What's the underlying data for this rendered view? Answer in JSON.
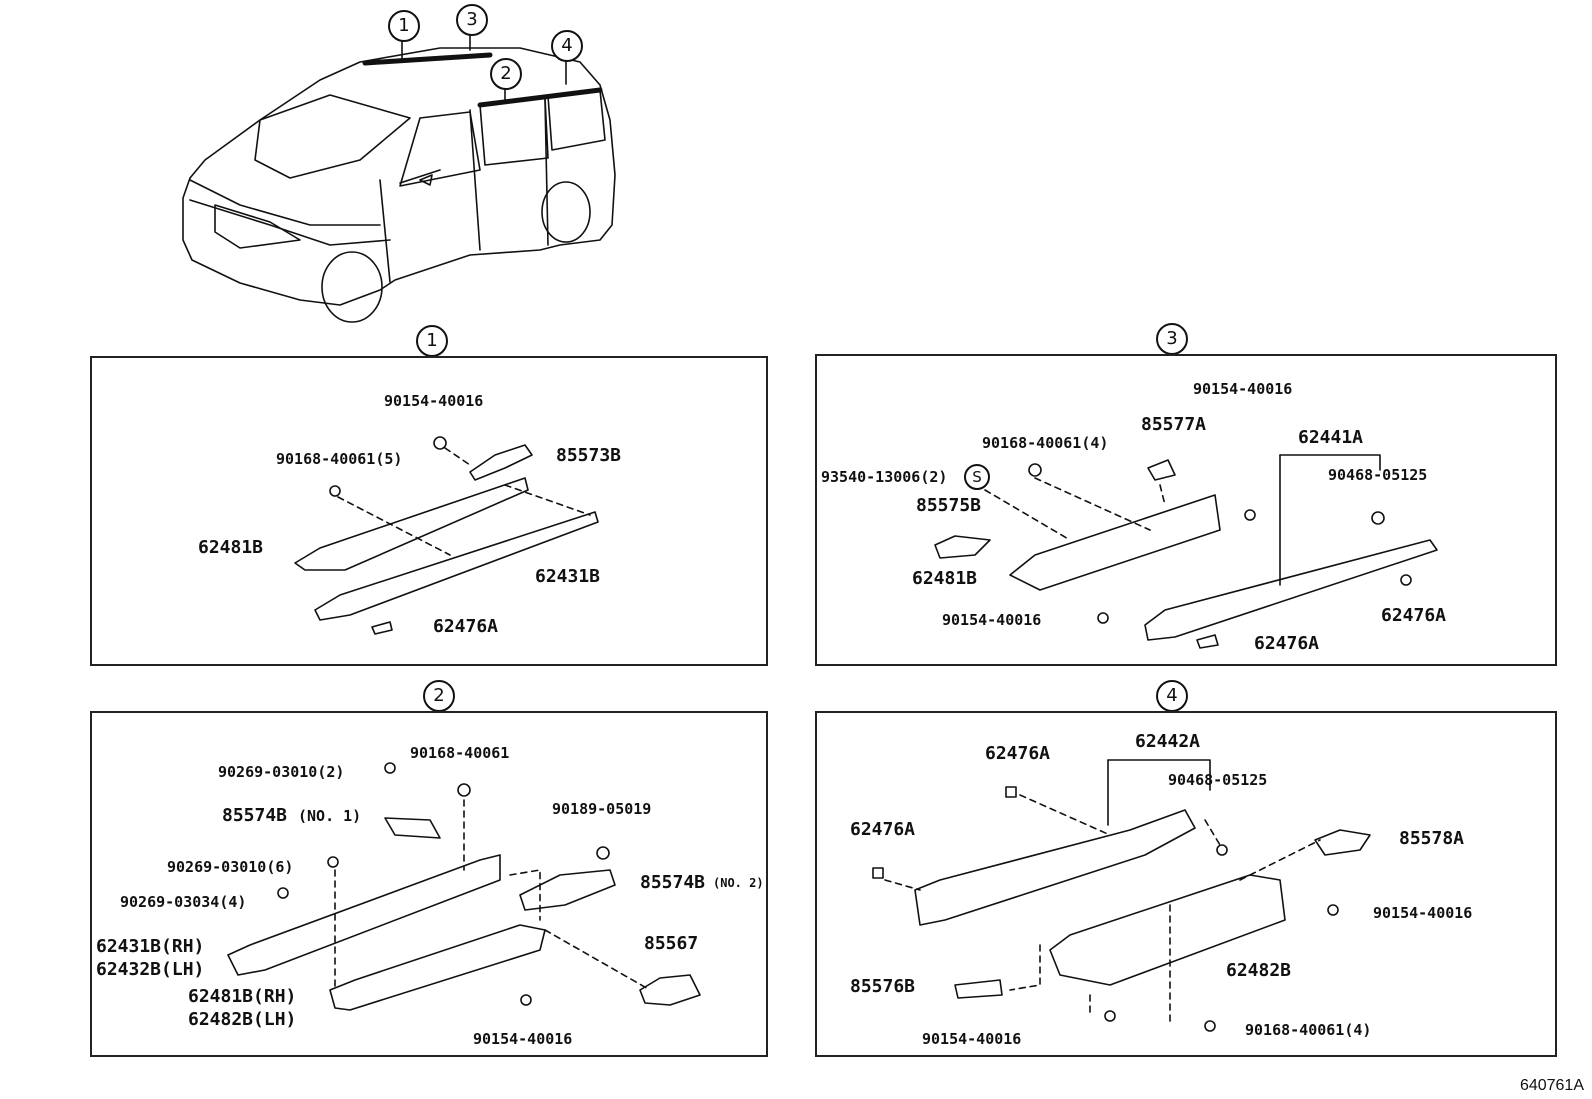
{
  "diagram": {
    "figure_id": "640761A",
    "overview_callouts": [
      "1",
      "3",
      "4",
      "2"
    ],
    "sections": [
      {
        "id": "1",
        "labels": {
          "a": "90154-40016",
          "b": "90168-40061(5)",
          "c": "85573B",
          "d": "62481B",
          "e": "62431B",
          "f": "62476A"
        }
      },
      {
        "id": "3",
        "labels": {
          "a": "90154-40016",
          "b": "90168-40061(4)",
          "c": "85577A",
          "d": "62441A",
          "e": "93540-13006(2)",
          "e_mark": "S",
          "f": "90468-05125",
          "g": "85575B",
          "h": "62481B",
          "i": "62476A",
          "j": "90154-40016",
          "k": "62476A"
        }
      },
      {
        "id": "2",
        "labels": {
          "a": "90269-03010(2)",
          "b": "90168-40061",
          "c": "85574B",
          "c_note": "(NO. 1)",
          "d": "90189-05019",
          "e": "90269-03010(6)",
          "f": "85574B",
          "f_note": "(NO. 2)",
          "g": "90269-03034(4)",
          "h": "85567",
          "i": "62431B(RH)",
          "j": "62432B(LH)",
          "k": "62481B(RH)",
          "l": "62482B(LH)",
          "m": "90154-40016"
        }
      },
      {
        "id": "4",
        "labels": {
          "a": "62476A",
          "b": "62442A",
          "c": "90468-05125",
          "d": "62476A",
          "e": "85578A",
          "f": "90154-40016",
          "g": "62482B",
          "h": "85576B",
          "i": "90154-40016",
          "j": "90168-40061(4)"
        }
      }
    ]
  }
}
